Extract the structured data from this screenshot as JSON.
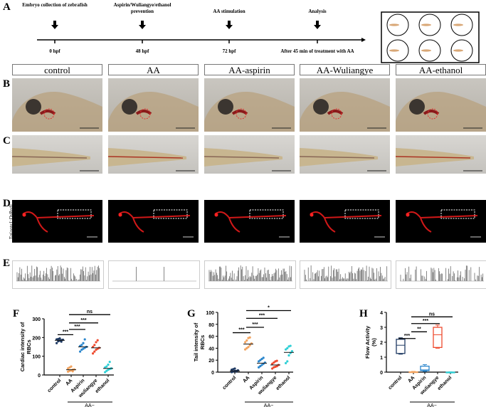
{
  "panel_labels": [
    "A",
    "B",
    "C",
    "D",
    "E",
    "F",
    "G",
    "H"
  ],
  "timeline": {
    "steps": [
      {
        "top": "Embryo collection of zebrafish",
        "bottom": "0 hpf"
      },
      {
        "top": "Aspirin/Wuliangye/ethanol prevention",
        "bottom": "48 hpf"
      },
      {
        "top": "AA stimulation",
        "bottom": "72 hpf"
      },
      {
        "top": "Analysis",
        "bottom": "After 45 min of treatment with AA"
      }
    ]
  },
  "groups": [
    "control",
    "AA",
    "AA-aspirin",
    "AA-Wuliangye",
    "AA-ethanol"
  ],
  "d_row_label": "Tg(gata1:DsRed)",
  "chart_data": [
    {
      "type": "scatter",
      "panel": "F",
      "ylabel": "Cardiac intensity of RBCs",
      "ylim": [
        0,
        300
      ],
      "yticks": [
        0,
        100,
        200,
        300
      ],
      "categories": [
        "control",
        "AA",
        "Aspirin",
        "wuliangye",
        "ethanol"
      ],
      "group_label": "AA−",
      "colors": [
        "#1f3a63",
        "#f2a35e",
        "#2b86cc",
        "#ee4a2e",
        "#2fd0d6"
      ],
      "means": [
        185,
        28,
        150,
        145,
        35
      ],
      "points": [
        [
          170,
          180,
          183,
          186,
          188,
          190,
          192,
          195,
          178
        ],
        [
          18,
          22,
          25,
          28,
          30,
          35,
          40,
          45,
          20
        ],
        [
          125,
          135,
          140,
          145,
          150,
          155,
          160,
          170,
          190
        ],
        [
          115,
          125,
          135,
          140,
          145,
          150,
          160,
          175,
          185
        ],
        [
          15,
          22,
          28,
          32,
          35,
          40,
          45,
          55,
          70
        ]
      ],
      "significance": [
        {
          "from": 0,
          "to": 1,
          "y": 215,
          "label": "***"
        },
        {
          "from": 1,
          "to": 2,
          "y": 243,
          "label": "***"
        },
        {
          "from": 1,
          "to": 3,
          "y": 278,
          "label": "***"
        },
        {
          "from": 1,
          "to": 4,
          "y": 322,
          "label": "ns"
        }
      ]
    },
    {
      "type": "scatter",
      "panel": "G",
      "ylabel": "Tail intensity of RBCs",
      "ylim": [
        0,
        100
      ],
      "yticks": [
        0,
        20,
        40,
        60,
        80,
        100
      ],
      "categories": [
        "control",
        "AA",
        "Aspirin",
        "wuliangye",
        "ethanol"
      ],
      "group_label": "AA−",
      "colors": [
        "#1f3a63",
        "#f2a35e",
        "#2b86cc",
        "#ee4a2e",
        "#2fd0d6"
      ],
      "means": [
        2,
        47,
        15,
        12,
        33
      ],
      "points": [
        [
          0,
          1,
          2,
          2,
          3,
          4,
          5,
          6,
          1
        ],
        [
          38,
          40,
          42,
          45,
          48,
          50,
          53,
          57,
          58
        ],
        [
          8,
          10,
          12,
          14,
          16,
          18,
          20,
          22,
          24
        ],
        [
          6,
          8,
          9,
          10,
          12,
          14,
          16,
          18,
          19
        ],
        [
          15,
          18,
          28,
          32,
          35,
          38,
          40,
          43,
          44
        ]
      ],
      "significance": [
        {
          "from": 0,
          "to": 1,
          "y": 66,
          "label": "***"
        },
        {
          "from": 1,
          "to": 2,
          "y": 75,
          "label": "***"
        },
        {
          "from": 1,
          "to": 3,
          "y": 90,
          "label": "***"
        },
        {
          "from": 1,
          "to": 4,
          "y": 103,
          "label": "*"
        }
      ]
    },
    {
      "type": "box",
      "panel": "H",
      "ylabel": "Flow Activity (%)",
      "ylim": [
        0,
        4
      ],
      "yticks": [
        0,
        1,
        2,
        3,
        4
      ],
      "categories": [
        "control",
        "AA",
        "Aspirin",
        "wuliangye",
        "ethanol"
      ],
      "group_label": "AA−",
      "colors": [
        "#1f3a63",
        "#f2a35e",
        "#2b86cc",
        "#ee4a2e",
        "#2fd0d6"
      ],
      "boxes": [
        [
          1.2,
          1.25,
          1.8,
          2.2,
          2.3
        ],
        [
          0,
          0,
          0,
          0.02,
          0.05
        ],
        [
          0.05,
          0.1,
          0.15,
          0.4,
          0.5
        ],
        [
          1.6,
          1.65,
          2.5,
          3.0,
          3.15
        ],
        [
          0,
          0,
          0,
          0,
          0.02
        ]
      ],
      "significance": [
        {
          "from": 0,
          "to": 1,
          "y": 2.25,
          "label": "***"
        },
        {
          "from": 1,
          "to": 2,
          "y": 2.7,
          "label": "**"
        },
        {
          "from": 1,
          "to": 3,
          "y": 3.25,
          "label": "***"
        },
        {
          "from": 1,
          "to": 4,
          "y": 3.7,
          "label": "ns"
        }
      ]
    }
  ]
}
